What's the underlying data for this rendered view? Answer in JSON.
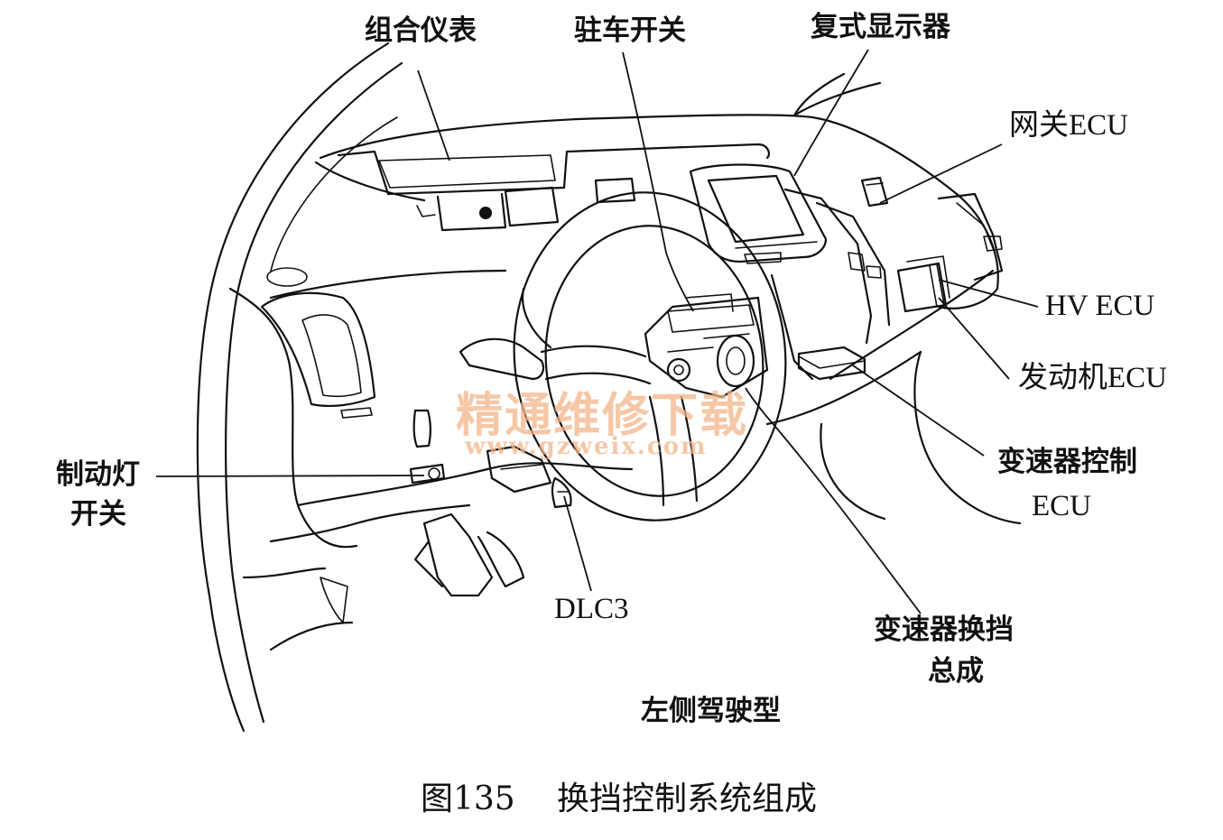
{
  "labels": {
    "combination_meter": "组合仪表",
    "parking_switch": "驻车开关",
    "multi_display": "复式显示器",
    "gateway_ecu": "网关ECU",
    "hv_ecu": "HV ECU",
    "engine_ecu": "发动机ECU",
    "transmission_ecu_line1": "变速器控制",
    "transmission_ecu_line2": "ECU",
    "brake_switch_line1": "制动灯",
    "brake_switch_line2": "开关",
    "dlc3": "DLC3",
    "shift_assembly_line1": "变速器换挡",
    "shift_assembly_line2": "总成",
    "lhd_type": "左侧驾驶型"
  },
  "caption": {
    "figure_number": "图135",
    "title": "换挡控制系统组成"
  },
  "watermark": {
    "brand": "精通维修下载",
    "url": "www.gzweix.com",
    "color": "#f2b58a"
  }
}
